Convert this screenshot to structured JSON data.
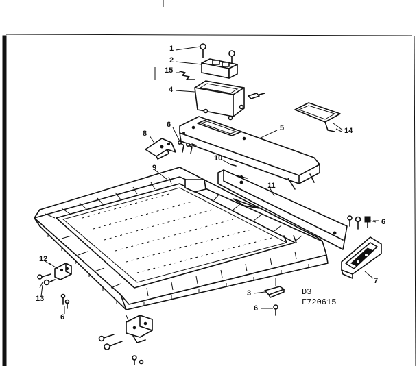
{
  "callouts": {
    "c1": "1",
    "c2": "2",
    "c15": "15",
    "c4": "4",
    "c6a": "6",
    "c8": "8",
    "c5": "5",
    "c14": "14",
    "c10": "10",
    "c9": "9",
    "c11": "11",
    "c6b": "6",
    "c12": "12",
    "c13": "13",
    "c6c": "6",
    "c7": "7",
    "c3": "3",
    "c6d": "6"
  },
  "diagram_code": {
    "line1": "D3",
    "line2": "F720615"
  }
}
